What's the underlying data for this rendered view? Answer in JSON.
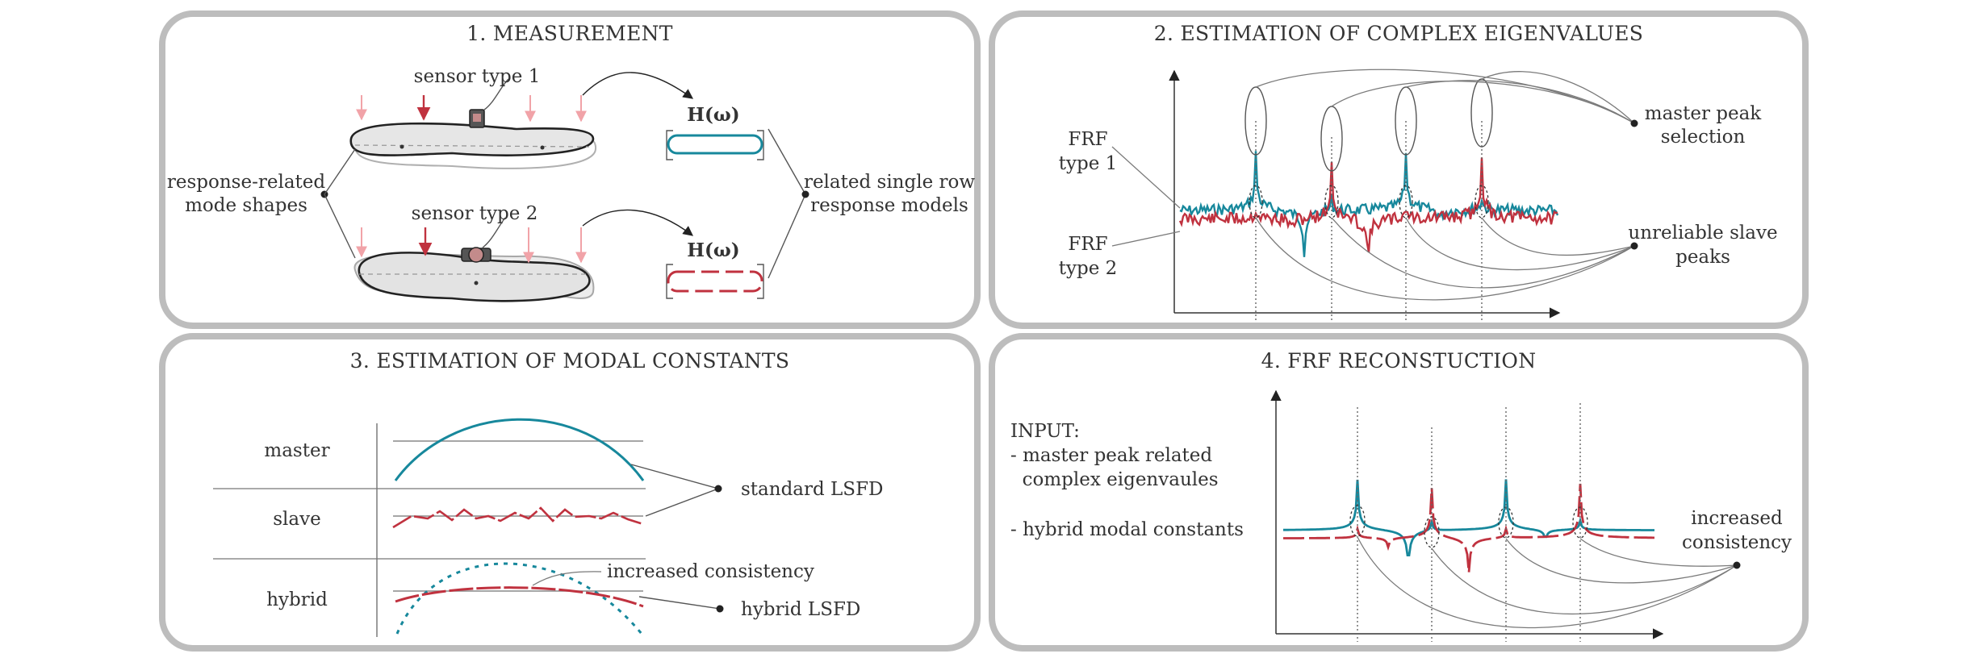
{
  "panels": {
    "p1": {
      "title": "1. MEASUREMENT",
      "sensor1": "sensor type 1",
      "sensor2": "sensor type 2",
      "left_label": [
        "response-related",
        "mode shapes"
      ],
      "right_label": [
        "related single row",
        "response models"
      ],
      "matrix_label": "H(ω)"
    },
    "p2": {
      "title": "2. ESTIMATION OF COMPLEX EIGENVALUES",
      "frf1": [
        "FRF",
        "type 1"
      ],
      "frf2": [
        "FRF",
        "type 2"
      ],
      "master": [
        "master peak",
        "selection"
      ],
      "slave": [
        "unreliable slave",
        "peaks"
      ]
    },
    "p3": {
      "title": "3. ESTIMATION OF MODAL CONSTANTS",
      "rows": [
        "master",
        "slave",
        "hybrid"
      ],
      "standard": "standard LSFD",
      "hybrid": "hybrid LSFD",
      "consistency": "increased consistency"
    },
    "p4": {
      "title": "4. FRF RECONSTUCTION",
      "input_lines": [
        "INPUT:",
        "- master peak related",
        "  complex eigenvaules",
        "",
        "- hybrid modal constants"
      ],
      "right": [
        "increased",
        "consistency"
      ]
    }
  },
  "colors": {
    "type1": "#17889c",
    "type2": "#c0323f",
    "frame": "#bdbdbd",
    "shape": "#e6e6e6"
  }
}
